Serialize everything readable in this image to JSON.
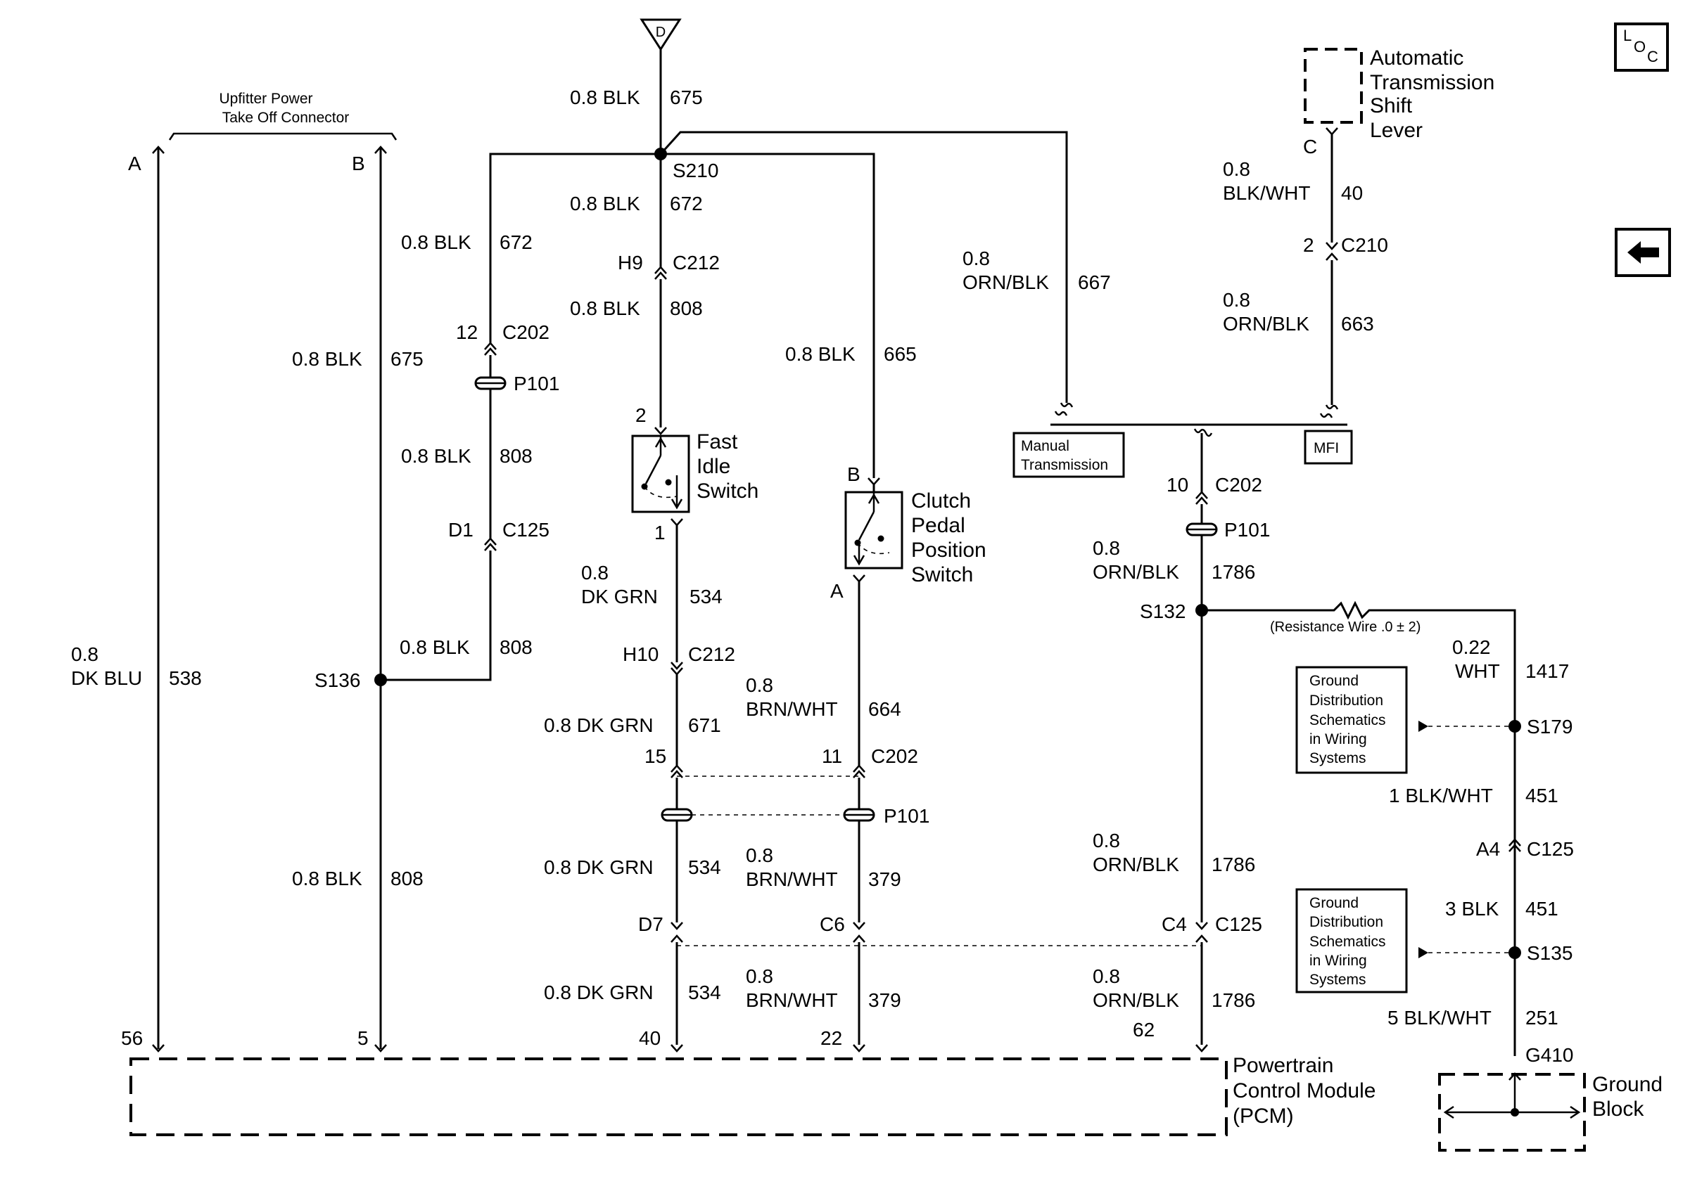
{
  "pto_connector": {
    "line1": "Upfitter Power",
    "line2": "Take Off Connector",
    "pin_a": "A",
    "pin_b": "B"
  },
  "ground_symbol": "D",
  "top_wire": {
    "gauge": "0.8 BLK",
    "circuit": "675"
  },
  "s210": "S210",
  "branch_672_center": {
    "gauge": "0.8 BLK",
    "circuit": "672"
  },
  "branch_672_left": {
    "gauge": "0.8 BLK",
    "circuit": "672"
  },
  "c212_h9": {
    "pin": "H9",
    "conn": "C212"
  },
  "center_808": {
    "gauge": "0.8 BLK",
    "circuit": "808"
  },
  "left_c202": {
    "pin": "12",
    "conn": "C202"
  },
  "left_p101": "P101",
  "left_808": {
    "gauge": "0.8 BLK",
    "circuit": "808"
  },
  "c125_d1": {
    "pin": "D1",
    "conn": "C125"
  },
  "b_675": {
    "gauge": "0.8 BLK",
    "circuit": "675"
  },
  "s136_808": {
    "gauge": "0.8 BLK",
    "circuit": "808"
  },
  "s136": "S136",
  "a_538": {
    "gauge_line1": "0.8",
    "gauge_line2": "DK BLU",
    "circuit": "538"
  },
  "b_lower_808": {
    "gauge": "0.8 BLK",
    "circuit": "808"
  },
  "fast_idle": {
    "pin_top": "2",
    "pin_bottom": "1",
    "line1": "Fast",
    "line2": "Idle",
    "line3": "Switch"
  },
  "wire_534_top": {
    "gauge_line1": "0.8",
    "gauge_line2": "DK GRN",
    "circuit": "534"
  },
  "c212_h10": {
    "pin": "H10",
    "conn": "C212"
  },
  "wire_671": {
    "gauge": "0.8 DK GRN",
    "circuit": "671"
  },
  "c202_15": "15",
  "wire_534_mid": {
    "gauge": "0.8 DK GRN",
    "circuit": "534"
  },
  "c125_d7": "D7",
  "wire_534_low": {
    "gauge": "0.8 DK GRN",
    "circuit": "534"
  },
  "pcm_pin_40": "40",
  "wire_665": {
    "gauge": "0.8 BLK",
    "circuit": "665"
  },
  "clutch": {
    "pin_top": "B",
    "pin_bottom": "A",
    "line1": "Clutch",
    "line2": "Pedal",
    "line3": "Position",
    "line4": "Switch"
  },
  "wire_664": {
    "gauge_line1": "0.8",
    "gauge_line2": "BRN/WHT",
    "circuit": "664"
  },
  "c202_11": {
    "pin": "11",
    "conn": "C202"
  },
  "center_p101": "P101",
  "wire_379_mid": {
    "gauge_line1": "0.8",
    "gauge_line2": "BRN/WHT",
    "circuit": "379"
  },
  "c125_c6": "C6",
  "wire_379_low": {
    "gauge_line1": "0.8",
    "gauge_line2": "BRN/WHT",
    "circuit": "379"
  },
  "pcm_pin_22": "22",
  "wire_667": {
    "gauge_line1": "0.8",
    "gauge_line2": "ORN/BLK",
    "circuit": "667"
  },
  "at_lever": {
    "line1": "Automatic",
    "line2": "Transmission",
    "line3": "Shift",
    "line4": "Lever",
    "pin": "C"
  },
  "wire_40": {
    "gauge_line1": "0.8",
    "gauge_line2": "BLK/WHT",
    "circuit": "40"
  },
  "c210": {
    "pin": "2",
    "conn": "C210"
  },
  "wire_663": {
    "gauge_line1": "0.8",
    "gauge_line2": "ORN/BLK",
    "circuit": "663"
  },
  "manual_box": {
    "line1": "Manual",
    "line2": "Transmission"
  },
  "mfi_box": "MFI",
  "right_c202": {
    "pin": "10",
    "conn": "C202"
  },
  "right_p101": "P101",
  "wire_1786_top": {
    "gauge_line1": "0.8",
    "gauge_line2": "ORN/BLK",
    "circuit": "1786"
  },
  "s132": "S132",
  "resistance_label": "(Resistance Wire .0 ± 2)",
  "wire_1786_mid": {
    "gauge_line1": "0.8",
    "gauge_line2": "ORN/BLK",
    "circuit": "1786"
  },
  "c125_c4": {
    "pin": "C4",
    "conn": "C125"
  },
  "wire_1786_low": {
    "gauge_line1": "0.8",
    "gauge_line2": "ORN/BLK",
    "circuit": "1786"
  },
  "pcm_pin_62": "62",
  "pcm_pin_56": "56",
  "pcm_pin_5": "5",
  "pcm": {
    "line1": "Powertrain",
    "line2": "Control Module",
    "line3": "(PCM)"
  },
  "wire_1417": {
    "gauge_line1": "0.22",
    "gauge_line2": "WHT",
    "circuit": "1417"
  },
  "ground_ref_1": {
    "line1": "Ground",
    "line2": "Distribution",
    "line3": "Schematics",
    "line4": "in Wiring",
    "line5": "Systems"
  },
  "s179": "S179",
  "wire_451_a": {
    "gauge": "1 BLK/WHT",
    "circuit": "451"
  },
  "c125_a4": {
    "pin": "A4",
    "conn": "C125"
  },
  "wire_451_b": {
    "gauge": "3 BLK",
    "circuit": "451"
  },
  "ground_ref_2": {
    "line1": "Ground",
    "line2": "Distribution",
    "line3": "Schematics",
    "line4": "in Wiring",
    "line5": "Systems"
  },
  "s135": "S135",
  "wire_251": {
    "gauge": "5 BLK/WHT",
    "circuit": "251"
  },
  "g410": "G410",
  "ground_block": {
    "line1": "Ground",
    "line2": "Block"
  },
  "loc_button": {
    "l": "L",
    "o": "O",
    "c": "C"
  },
  "back_icon": "left-arrow-icon"
}
